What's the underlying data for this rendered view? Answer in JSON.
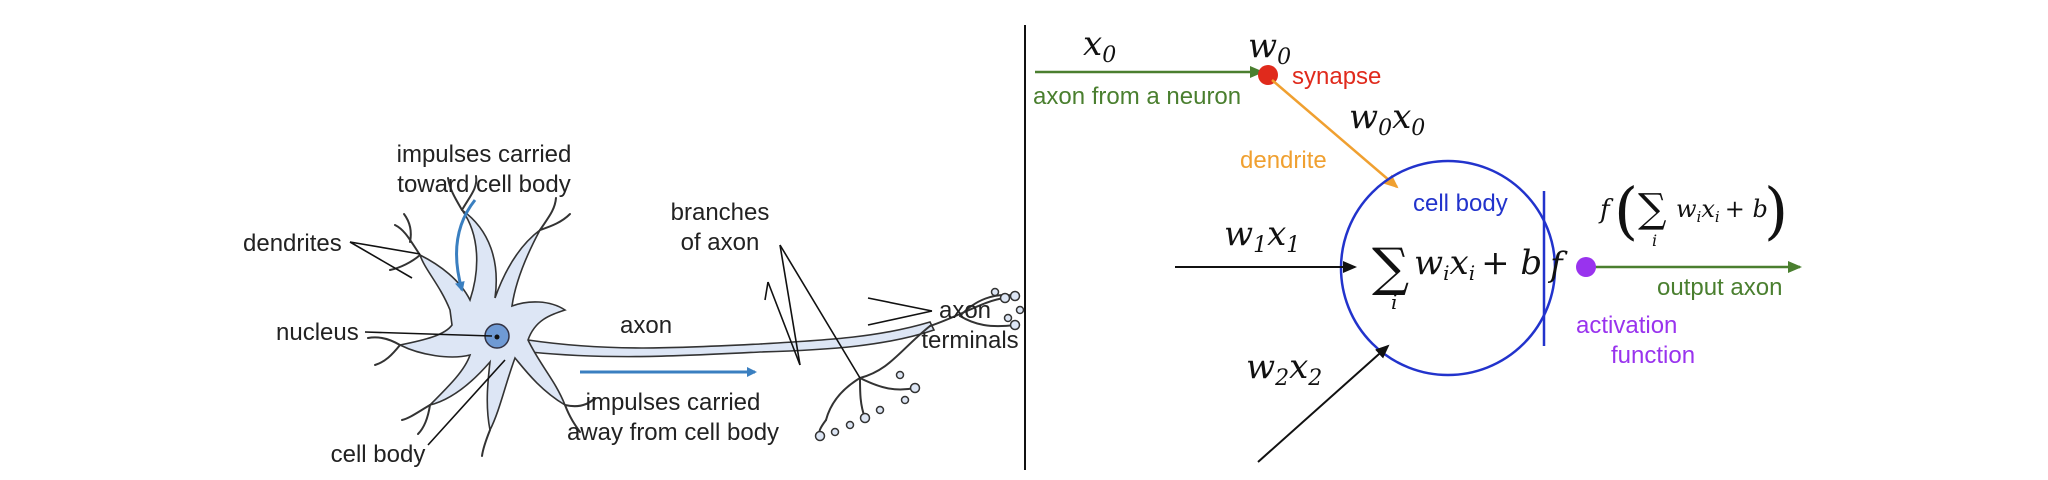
{
  "colors": {
    "axon_green": "#4a7f2f",
    "synapse_red": "#e02a1c",
    "dendrite_orange": "#f0a030",
    "cell_blue": "#2233cc",
    "activation_purple": "#9933ee",
    "impulse_arrow_blue": "#3a7fc0",
    "neuron_fill": "#dde6f5",
    "nucleus_fill": "#6f9ad4"
  },
  "biological": {
    "dendrites": "dendrites",
    "impulses_toward_line1": "impulses carried",
    "impulses_toward_line2": "toward cell body",
    "nucleus": "nucleus",
    "axon": "axon",
    "branches_line1": "branches",
    "branches_line2": "of axon",
    "axon_terminals_line1": "axon",
    "axon_terminals_line2": "terminals",
    "impulses_away_line1": "impulses carried",
    "impulses_away_line2": "away from cell body",
    "cell_body": "cell body"
  },
  "model": {
    "x0": "x",
    "x0_sub": "0",
    "w0": "w",
    "w0_sub": "0",
    "synapse": "synapse",
    "axon_from_neuron": "axon from a neuron",
    "w0x0_w": "w",
    "w0x0_wsub": "0",
    "w0x0_x": "x",
    "w0x0_xsub": "0",
    "dendrite": "dendrite",
    "cell_body": "cell body",
    "w1x1_w": "w",
    "w1x1_wsub": "1",
    "w1x1_x": "x",
    "w1x1_xsub": "1",
    "w2x2_w": "w",
    "w2x2_wsub": "2",
    "w2x2_x": "x",
    "w2x2_xsub": "2",
    "sum_symbol": "∑",
    "sum_index": "i",
    "sum_w": "w",
    "sum_wsub": "i",
    "sum_x": "x",
    "sum_xsub": "i",
    "sum_plus_b": "+ b",
    "f_symbol": "f",
    "out_f": "f",
    "out_paren_open": "(",
    "out_sum": "∑",
    "out_index": "i",
    "out_w": "w",
    "out_wsub": "i",
    "out_x": "x",
    "out_xsub": "i",
    "out_plus_b": "+ b",
    "out_paren_close": ")",
    "output_axon": "output axon",
    "activation_line1": "activation",
    "activation_line2": "function"
  }
}
